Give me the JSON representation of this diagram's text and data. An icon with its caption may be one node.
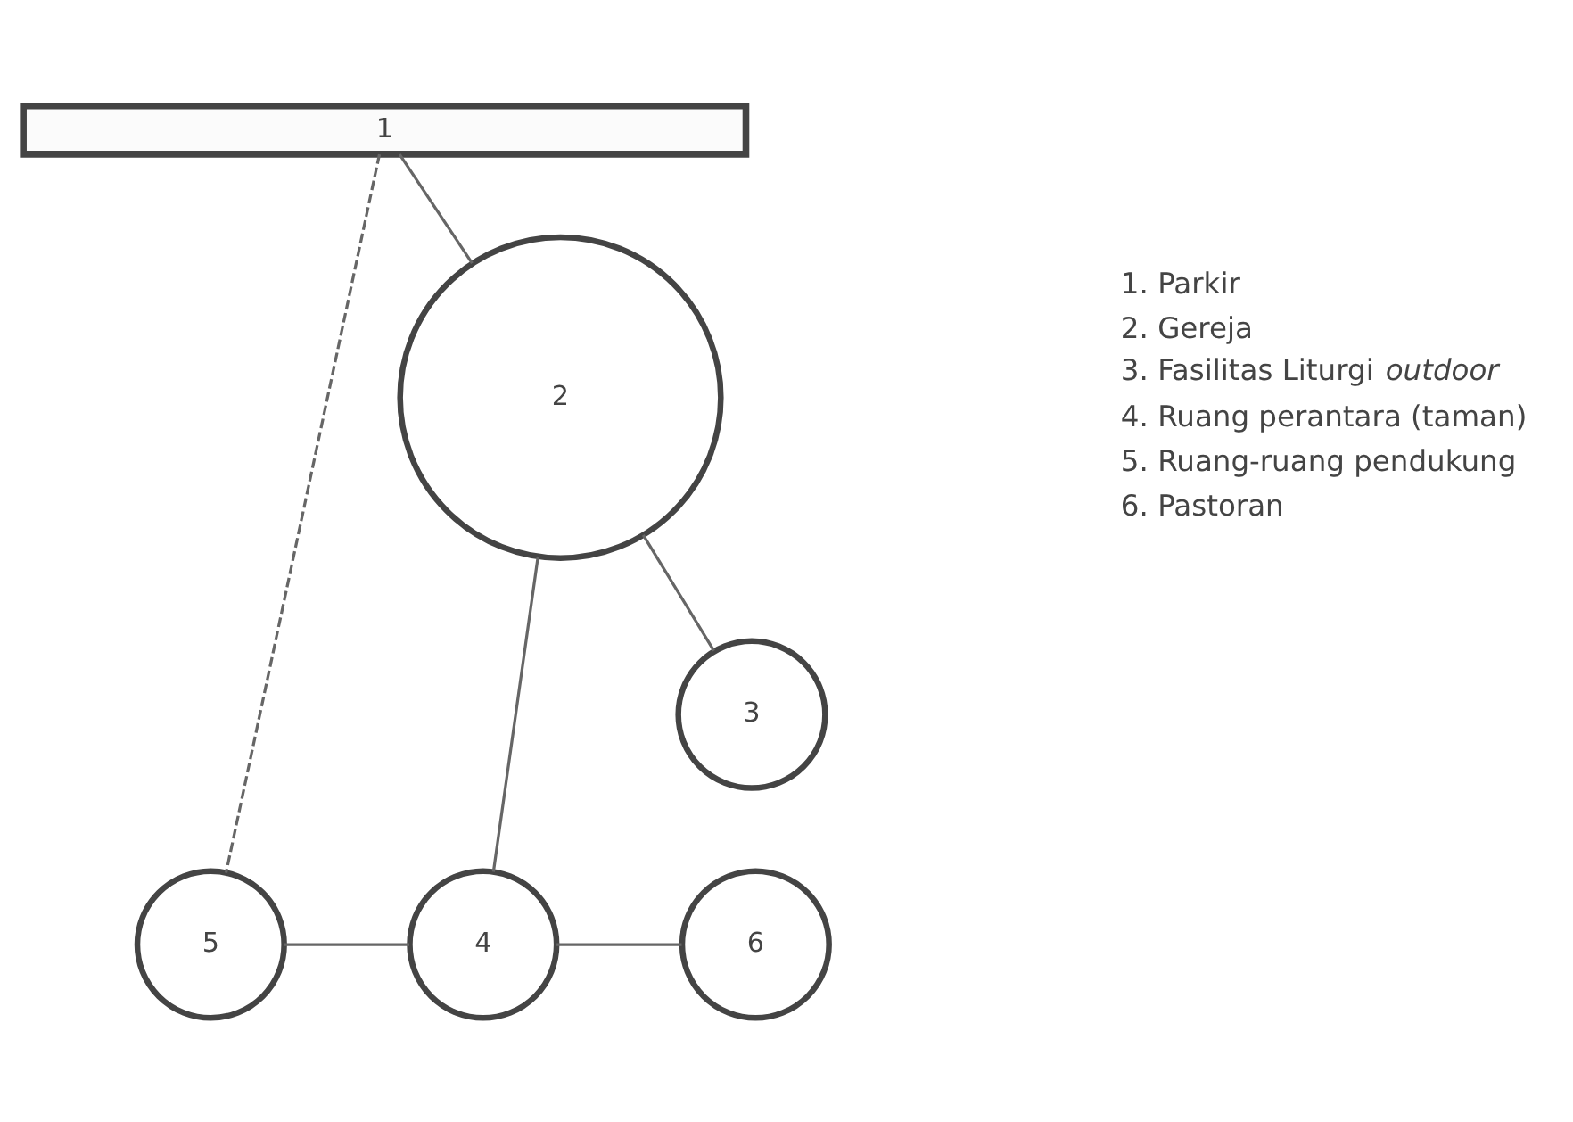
{
  "diagram": {
    "nodes": [
      {
        "text": [
          "1"
        ]
      },
      {
        "text": [
          "2"
        ]
      },
      {
        "text": [
          "3"
        ]
      },
      {
        "text": [
          "5"
        ]
      },
      {
        "text": [
          "4"
        ]
      },
      {
        "text": [
          "6"
        ]
      }
    ],
    "edges": [
      {
        "from": 0,
        "to": 1,
        "arrow": "none"
      },
      {
        "from": 1,
        "to": 4,
        "arrow": "none"
      },
      {
        "from": 1,
        "to": 2,
        "arrow": "none"
      },
      {
        "from": 0,
        "to": 3,
        "arrow": "none",
        "style": "dashed"
      },
      {
        "from": 3,
        "to": 4,
        "arrow": "none"
      },
      {
        "from": 4,
        "to": 5,
        "arrow": "none"
      }
    ],
    "labels": [
      "1. Parkir",
      "2. Gereja",
      "3. Fasilitas Liturgi *outdoor*",
      "4. Ruang perantara (taman)",
      "5. Ruang-ruang pendukung",
      "6. Pastoran"
    ]
  }
}
